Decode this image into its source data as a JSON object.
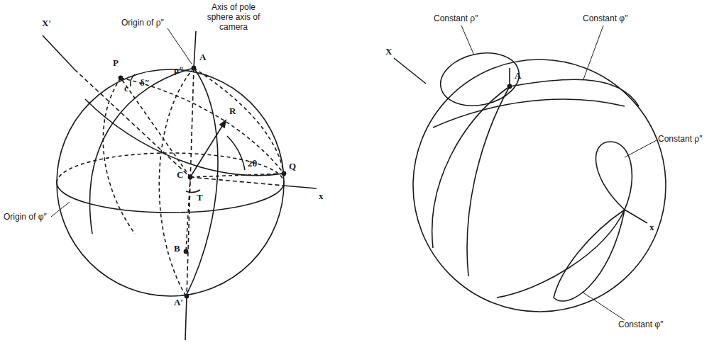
{
  "diagram": {
    "labels": [
      "Axis of pole sphere axis of camera",
      "Origin of ρ″",
      "A",
      "ρ″",
      "P",
      "δ″",
      "c",
      "X′",
      "R",
      "C",
      "T",
      "2θ",
      "Q",
      "x",
      "B",
      "A′",
      "Origin of φ″",
      "Constant ρ″",
      "Constant φ″",
      "Constant ρ″",
      "A",
      "X",
      "x",
      "Constant φ″"
    ]
  }
}
